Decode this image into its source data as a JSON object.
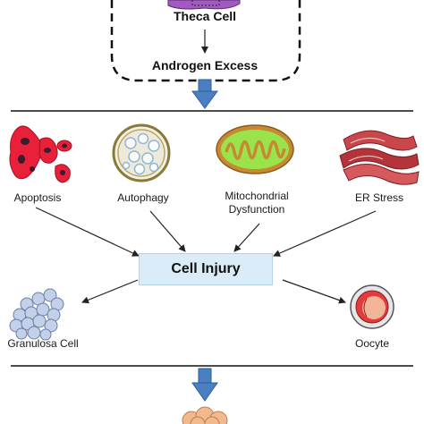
{
  "top_box": {
    "theca_label": "Theca Cell",
    "androgen_label": "Androgen Excess"
  },
  "mechanisms": [
    {
      "label": "Apoptosis",
      "icon": "apoptotic-cells-icon"
    },
    {
      "label": "Autophagy",
      "icon": "autophagosome-icon"
    },
    {
      "label_line1": "Mitochondrial",
      "label_line2": "Dysfunction",
      "icon": "mitochondrion-icon"
    },
    {
      "label": "ER Stress",
      "icon": "endoplasmic-reticulum-icon"
    }
  ],
  "center": {
    "label": "Cell Injury"
  },
  "outcomes": [
    {
      "label": "Granulosa Cell",
      "icon": "granulosa-cluster-icon"
    },
    {
      "label": "Oocyte",
      "icon": "oocyte-icon"
    }
  ],
  "colors": {
    "arrow_blue": "#4a7fc1",
    "box_fill": "#d9ecf7",
    "apoptosis_red": "#e8203a",
    "mito_green": "#9be34a",
    "er_red": "#b3343a",
    "oocyte_red": "#e23b3b",
    "granulosa_blue": "#b9c9e8",
    "bottom_peach": "#f0b98e"
  }
}
